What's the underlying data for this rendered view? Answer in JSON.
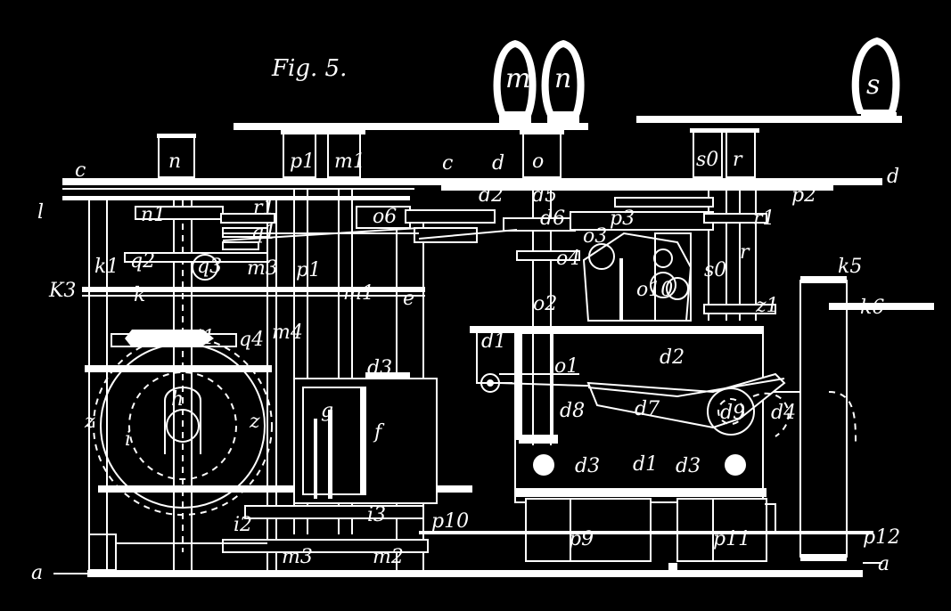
{
  "figure": {
    "title": "Fig. 5."
  },
  "labels": {
    "knob_m": "m",
    "knob_n": "n",
    "knob_s": "s",
    "n": "n",
    "p1": "p1",
    "m1": "m1",
    "o": "o",
    "s0": "s0",
    "r": "r",
    "c_left": "c",
    "c_mid": "c",
    "d_top": "d",
    "d_right": "d",
    "l": "l",
    "d2_top": "d2",
    "d5": "d5",
    "p2": "p2",
    "n1": "n1",
    "r1": "r1",
    "q1": "q1",
    "o6": "o6",
    "d6": "d6",
    "o3": "o3",
    "p3": "p3",
    "r1b": "r1",
    "q2": "q2",
    "q3": "q3",
    "k1": "k1",
    "m3": "m3",
    "p1b": "p1",
    "o4": "o4",
    "o2": "o2",
    "o10": "o10",
    "s0b": "s0",
    "rb": "r",
    "k3": "K3",
    "k": "k",
    "m1b": "m1",
    "e": "e",
    "z1": "z1",
    "k5": "k5",
    "k6": "k6",
    "q4": "q4",
    "m4": "m4",
    "d1": "d1",
    "i1": "i1",
    "d3a": "d3",
    "o1": "o1",
    "d2": "d2",
    "h": "h",
    "i": "i",
    "z": "z",
    "g": "g",
    "f": "f",
    "d8": "d8",
    "d7": "d7",
    "d9": "d9",
    "d4": "d4",
    "d3b": "d3",
    "d1b": "d1",
    "d3c": "d3",
    "i2": "i2",
    "i3": "i3",
    "p10": "p10",
    "p9": "p9",
    "p11": "p11",
    "p12": "p12",
    "m3b": "m3",
    "m2": "m2",
    "a_left": "a",
    "a_right": "a"
  }
}
